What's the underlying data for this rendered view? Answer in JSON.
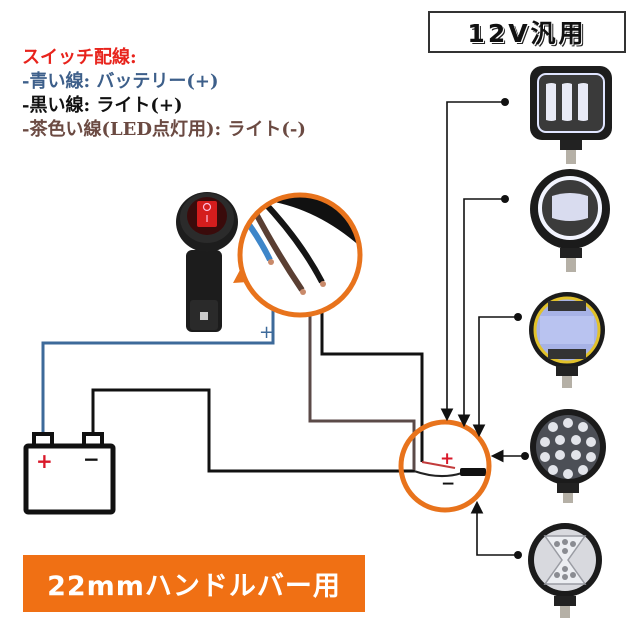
{
  "title_badge": {
    "label": "12V汎用"
  },
  "legend": {
    "heading": "スイッチ配線:",
    "lines": [
      {
        "text": "-青い線: バッテリー(+)",
        "color": "#3d5f8a"
      },
      {
        "text": "-黒い線: ライト(+)",
        "color": "#111111"
      },
      {
        "text": "-茶色い線(LED点灯用): ライト(-)",
        "color": "#6b4a42"
      }
    ],
    "heading_color": "#e8231c"
  },
  "banner": {
    "label": "22mmハンドルバー用",
    "color": "#f07014"
  },
  "switch": {
    "plus_label": "+"
  },
  "battery": {
    "plus_label": "+",
    "minus_label": "−"
  },
  "connector": {
    "plus_label": "+",
    "minus_label": "−"
  },
  "colors": {
    "blue_wire": "#3d6a9a",
    "black_wire": "#111111",
    "brown_wire": "#5b4a48",
    "accent_orange": "#e8731c",
    "red": "#d9182a"
  },
  "lights": [
    {
      "name": "rectangular-led-work-light-halo"
    },
    {
      "name": "round-led-light-halo-ring"
    },
    {
      "name": "round-led-light-yellow-ring"
    },
    {
      "name": "round-led-light-16-bead"
    },
    {
      "name": "round-led-light-x-pattern"
    }
  ]
}
